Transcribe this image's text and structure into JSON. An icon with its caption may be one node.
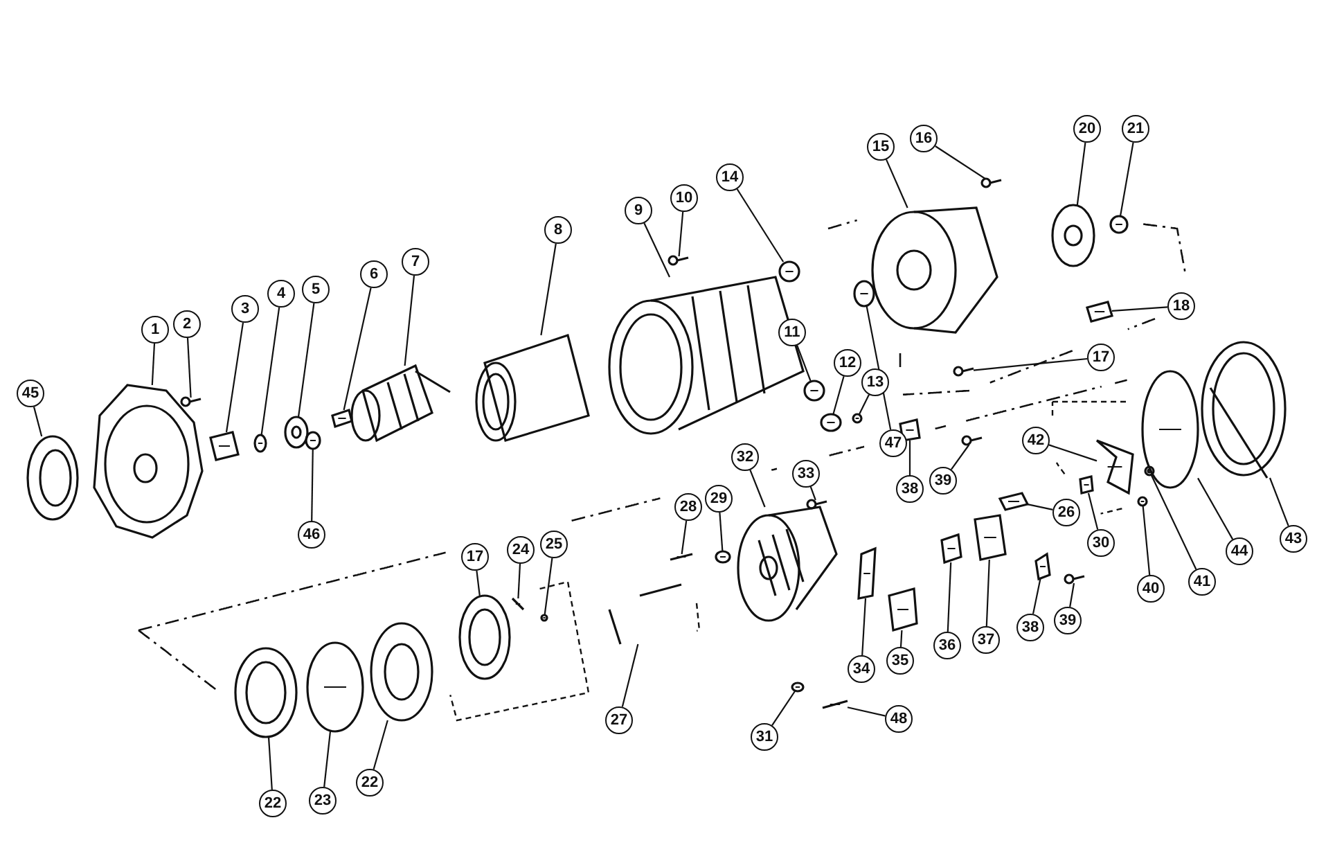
{
  "diagram": {
    "nodes": [
      {
        "text": [
          "1"
        ]
      },
      {
        "text": [
          "2"
        ]
      },
      {
        "text": [
          "3"
        ]
      },
      {
        "text": [
          "4"
        ]
      },
      {
        "text": [
          "5"
        ]
      },
      {
        "text": [
          "6"
        ]
      },
      {
        "text": [
          "7"
        ]
      },
      {
        "text": [
          "8"
        ]
      },
      {
        "text": [
          "9"
        ]
      },
      {
        "text": [
          "10"
        ]
      },
      {
        "text": [
          "14"
        ]
      },
      {
        "text": [
          "15"
        ]
      },
      {
        "text": [
          "16"
        ]
      },
      {
        "text": [
          "20"
        ]
      },
      {
        "text": [
          "21"
        ]
      },
      {
        "text": [
          "18"
        ]
      },
      {
        "text": [
          "17"
        ]
      },
      {
        "text": [
          "11"
        ]
      },
      {
        "text": [
          "12"
        ]
      },
      {
        "text": [
          "13"
        ]
      },
      {
        "text": [
          "47"
        ]
      },
      {
        "text": [
          "45"
        ]
      },
      {
        "text": [
          "46"
        ]
      },
      {
        "text": [
          "42"
        ]
      },
      {
        "text": [
          "26"
        ]
      },
      {
        "text": [
          "30"
        ]
      },
      {
        "text": [
          "38"
        ]
      },
      {
        "text": [
          "39"
        ]
      },
      {
        "text": [
          "33"
        ]
      },
      {
        "text": [
          "32"
        ]
      },
      {
        "text": [
          "29"
        ]
      },
      {
        "text": [
          "28"
        ]
      },
      {
        "text": [
          "17"
        ]
      },
      {
        "text": [
          "24"
        ]
      },
      {
        "text": [
          "25"
        ]
      },
      {
        "text": [
          "27"
        ]
      },
      {
        "text": [
          "34"
        ]
      },
      {
        "text": [
          "35"
        ]
      },
      {
        "text": [
          "36"
        ]
      },
      {
        "text": [
          "37"
        ]
      },
      {
        "text": [
          "38"
        ]
      },
      {
        "text": [
          "39"
        ]
      },
      {
        "text": [
          "31"
        ]
      },
      {
        "text": [
          "48"
        ]
      },
      {
        "text": [
          "40"
        ]
      },
      {
        "text": [
          "41"
        ]
      },
      {
        "text": [
          "44"
        ]
      },
      {
        "text": [
          "43"
        ]
      },
      {
        "text": [
          "22"
        ]
      },
      {
        "text": [
          "23"
        ]
      },
      {
        "text": [
          "22"
        ]
      },
      {
        "text": [],
        "shape": "picture"
      },
      {
        "text": [],
        "shape": "picture"
      },
      {
        "text": [],
        "shape": "picture"
      },
      {
        "text": [],
        "shape": "picture"
      },
      {
        "text": [],
        "shape": "picture"
      },
      {
        "text": [],
        "shape": "picture"
      },
      {
        "text": [],
        "shape": "picture"
      },
      {
        "text": [],
        "shape": "picture"
      },
      {
        "text": [],
        "shape": "picture"
      },
      {
        "text": [],
        "shape": "picture"
      },
      {
        "text": [],
        "shape": "picture"
      },
      {
        "text": [],
        "shape": "picture"
      },
      {
        "text": [],
        "shape": "picture"
      },
      {
        "text": [],
        "shape": "picture"
      },
      {
        "text": [],
        "shape": "picture"
      },
      {
        "text": [],
        "shape": "picture"
      },
      {
        "text": [],
        "shape": "picture"
      },
      {
        "text": [],
        "shape": "picture"
      },
      {
        "text": [],
        "shape": "picture"
      },
      {
        "text": [],
        "shape": "picture"
      },
      {
        "text": [],
        "shape": "picture"
      },
      {
        "text": [],
        "shape": "picture"
      },
      {
        "text": [],
        "shape": "picture"
      },
      {
        "text": [],
        "shape": "picture"
      },
      {
        "text": [],
        "shape": "picture"
      },
      {
        "text": [],
        "shape": "picture"
      },
      {
        "text": [],
        "shape": "picture"
      },
      {
        "text": [],
        "shape": "picture"
      },
      {
        "text": [],
        "shape": "picture"
      },
      {
        "text": [],
        "shape": "picture"
      },
      {
        "text": [],
        "shape": "picture"
      },
      {
        "text": [],
        "shape": "picture"
      },
      {
        "text": [],
        "shape": "picture"
      },
      {
        "text": [],
        "shape": "picture"
      },
      {
        "text": [],
        "shape": "picture"
      },
      {
        "text": [],
        "shape": "picture"
      },
      {
        "text": [],
        "shape": "picture"
      },
      {
        "text": [],
        "shape": "picture"
      },
      {
        "text": [],
        "shape": "picture"
      },
      {
        "text": [],
        "shape": "picture"
      },
      {
        "text": [],
        "shape": "picture"
      },
      {
        "text": [],
        "shape": "picture"
      },
      {
        "text": [],
        "shape": "picture"
      },
      {
        "text": [],
        "shape": "picture"
      },
      {
        "text": [],
        "shape": "picture"
      },
      {
        "text": [],
        "shape": "picture"
      },
      {
        "text": [],
        "shape": "picture"
      },
      {
        "text": [],
        "shape": "picture"
      },
      {
        "text": [],
        "shape": "picture"
      },
      {
        "text": [],
        "shape": "picture"
      },
      {
        "text": [],
        "shape": "picture"
      }
    ],
    "edges": [
      {
        "from": 0,
        "to": 51,
        "arrow": "none"
      },
      {
        "from": 1,
        "to": 52,
        "arrow": "none"
      },
      {
        "from": 2,
        "to": 53,
        "arrow": "none"
      },
      {
        "from": 3,
        "to": 54,
        "arrow": "none"
      },
      {
        "from": 4,
        "to": 55,
        "arrow": "none"
      },
      {
        "from": 5,
        "to": 56,
        "arrow": "none"
      },
      {
        "from": 6,
        "to": 57,
        "arrow": "none"
      },
      {
        "from": 7,
        "to": 58,
        "arrow": "none"
      },
      {
        "from": 8,
        "to": 59,
        "arrow": "none"
      },
      {
        "from": 9,
        "to": 60,
        "arrow": "none"
      },
      {
        "from": 10,
        "to": 61,
        "arrow": "none"
      },
      {
        "from": 11,
        "to": 62,
        "arrow": "none"
      },
      {
        "from": 12,
        "to": 63,
        "arrow": "none"
      },
      {
        "from": 13,
        "to": 64,
        "arrow": "none"
      },
      {
        "from": 14,
        "to": 65,
        "arrow": "none"
      },
      {
        "from": 15,
        "to": 66,
        "arrow": "none"
      },
      {
        "from": 16,
        "to": 67,
        "arrow": "none"
      },
      {
        "from": 17,
        "to": 68,
        "arrow": "none"
      },
      {
        "from": 18,
        "to": 69,
        "arrow": "none"
      },
      {
        "from": 19,
        "to": 70,
        "arrow": "none"
      },
      {
        "from": 20,
        "to": 71,
        "arrow": "none"
      },
      {
        "from": 21,
        "to": 72,
        "arrow": "none"
      },
      {
        "from": 22,
        "to": 73,
        "arrow": "none"
      },
      {
        "from": 23,
        "to": 74,
        "arrow": "none"
      },
      {
        "from": 24,
        "to": 75,
        "arrow": "none"
      },
      {
        "from": 25,
        "to": 76,
        "arrow": "none"
      },
      {
        "from": 26,
        "to": 77,
        "arrow": "none"
      },
      {
        "from": 27,
        "to": 78,
        "arrow": "none"
      },
      {
        "from": 28,
        "to": 79,
        "arrow": "none"
      },
      {
        "from": 29,
        "to": 80,
        "arrow": "none"
      },
      {
        "from": 30,
        "to": 81,
        "arrow": "none"
      },
      {
        "from": 31,
        "to": 82,
        "arrow": "none"
      },
      {
        "from": 32,
        "to": 83,
        "arrow": "none"
      },
      {
        "from": 33,
        "to": 84,
        "arrow": "none"
      },
      {
        "from": 34,
        "to": 85,
        "arrow": "none"
      },
      {
        "from": 35,
        "to": 86,
        "arrow": "none"
      },
      {
        "from": 36,
        "to": 87,
        "arrow": "none"
      },
      {
        "from": 37,
        "to": 88,
        "arrow": "none"
      },
      {
        "from": 38,
        "to": 89,
        "arrow": "none"
      },
      {
        "from": 39,
        "to": 90,
        "arrow": "none"
      },
      {
        "from": 40,
        "to": 91,
        "arrow": "none"
      },
      {
        "from": 41,
        "to": 92,
        "arrow": "none"
      },
      {
        "from": 42,
        "to": 93,
        "arrow": "none"
      },
      {
        "from": 43,
        "to": 94,
        "arrow": "none"
      },
      {
        "from": 44,
        "to": 95,
        "arrow": "none"
      },
      {
        "from": 45,
        "to": 96,
        "arrow": "none"
      },
      {
        "from": 46,
        "to": 97,
        "arrow": "none"
      },
      {
        "from": 47,
        "to": 98,
        "arrow": "none"
      },
      {
        "from": 48,
        "to": 99,
        "arrow": "none"
      },
      {
        "from": 49,
        "to": 100,
        "arrow": "none"
      },
      {
        "from": 50,
        "to": 101,
        "arrow": "none"
      }
    ]
  }
}
